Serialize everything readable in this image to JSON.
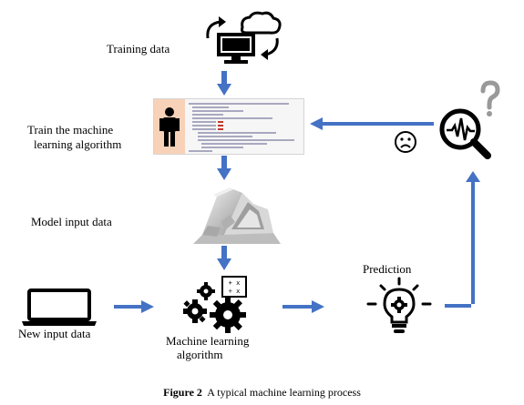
{
  "labels": {
    "training_data": "Training data",
    "train_line1": "Train the machine",
    "train_line2": "learning algorithm",
    "model_input": "Model input data",
    "prediction": "Prediction",
    "new_input": "New input data",
    "ml_line1": "Machine learning",
    "ml_line2": "algorithm"
  },
  "caption": {
    "bold": "Figure 2",
    "text": "A typical machine learning process"
  },
  "colors": {
    "arrow": "#4472c4",
    "ink": "#000000",
    "person_bg": "#f8d2b8"
  },
  "icons": {
    "training": "computer-cloud-sync-icon",
    "person": "person-icon",
    "model": "3d-model-render",
    "analysis": "magnifier-waveform-icon",
    "question": "question-mark-icon",
    "sad": "sad-face-icon",
    "laptop": "laptop-icon",
    "gears": "gears-icon",
    "bulb": "lightbulb-gear-icon"
  }
}
